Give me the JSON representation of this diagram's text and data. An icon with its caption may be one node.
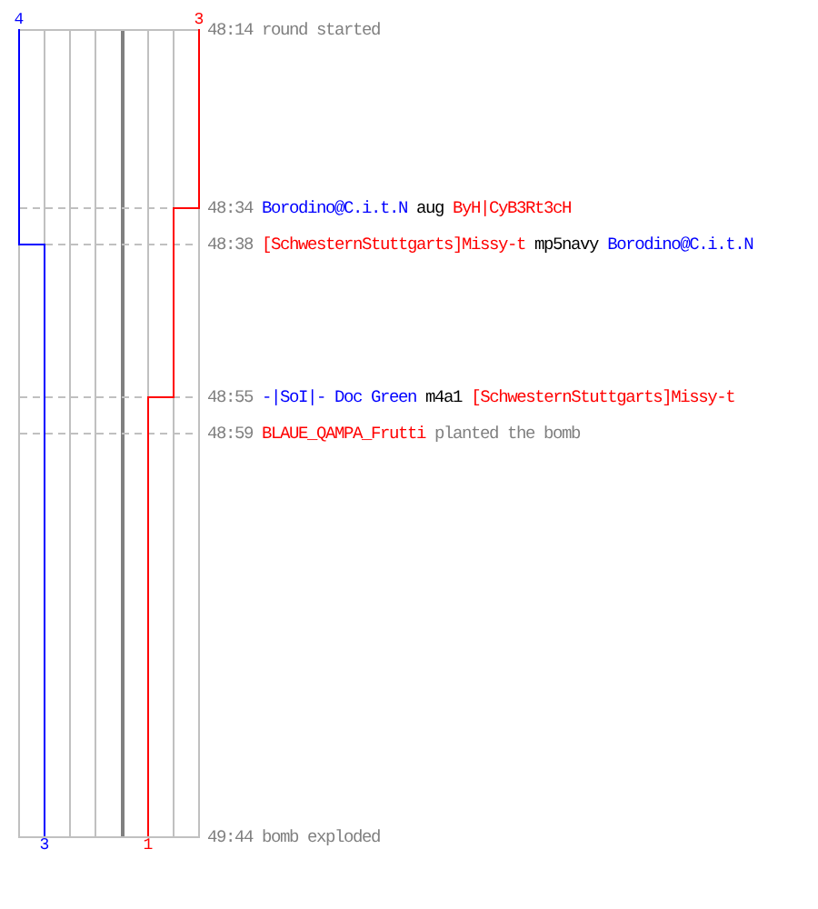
{
  "diagram": {
    "labels": [
      "4",
      "3",
      "48:14",
      "round started",
      "48:34",
      "Borodino@C.i.t.N",
      "aug",
      "ByH|CyB3Rt3cH",
      "48:38",
      "[SchwesternStuttgarts]Missy-t",
      "mp5navy",
      "Borodino@C.i.t.N",
      "48:55",
      "-|SoI|- Doc Green",
      "m4a1",
      "[SchwesternStuttgarts]Missy-t",
      "48:59",
      "BLAUE_QAMPA_Frutti",
      "planted the bomb",
      "3",
      "1",
      "49:44",
      "bomb exploded"
    ]
  }
}
